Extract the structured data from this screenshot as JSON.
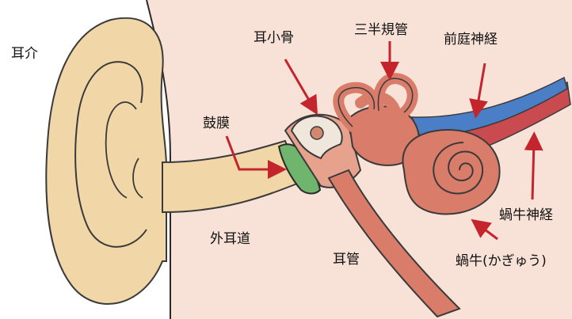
{
  "labels": {
    "auricle": "耳介",
    "ossicles": "耳小骨",
    "semicircular_canals": "三半規管",
    "vestibular_nerve": "前庭神経",
    "eardrum": "鼓膜",
    "ear_canal": "外耳道",
    "eustachian_tube": "耳管",
    "cochlea": "蝸牛(かぎゅう)",
    "cochlear_nerve": "蝸牛神経"
  },
  "colors": {
    "skin": "#f8e2d8",
    "ear": "#f1d7a8",
    "inner_ear": "#d97c6a",
    "bone": "#efe6dc",
    "eardrum": "#6fb56e",
    "nerve_vestibular": "#4a7fc8",
    "nerve_cochlear": "#c94a4f",
    "arrow": "#c4242c"
  }
}
